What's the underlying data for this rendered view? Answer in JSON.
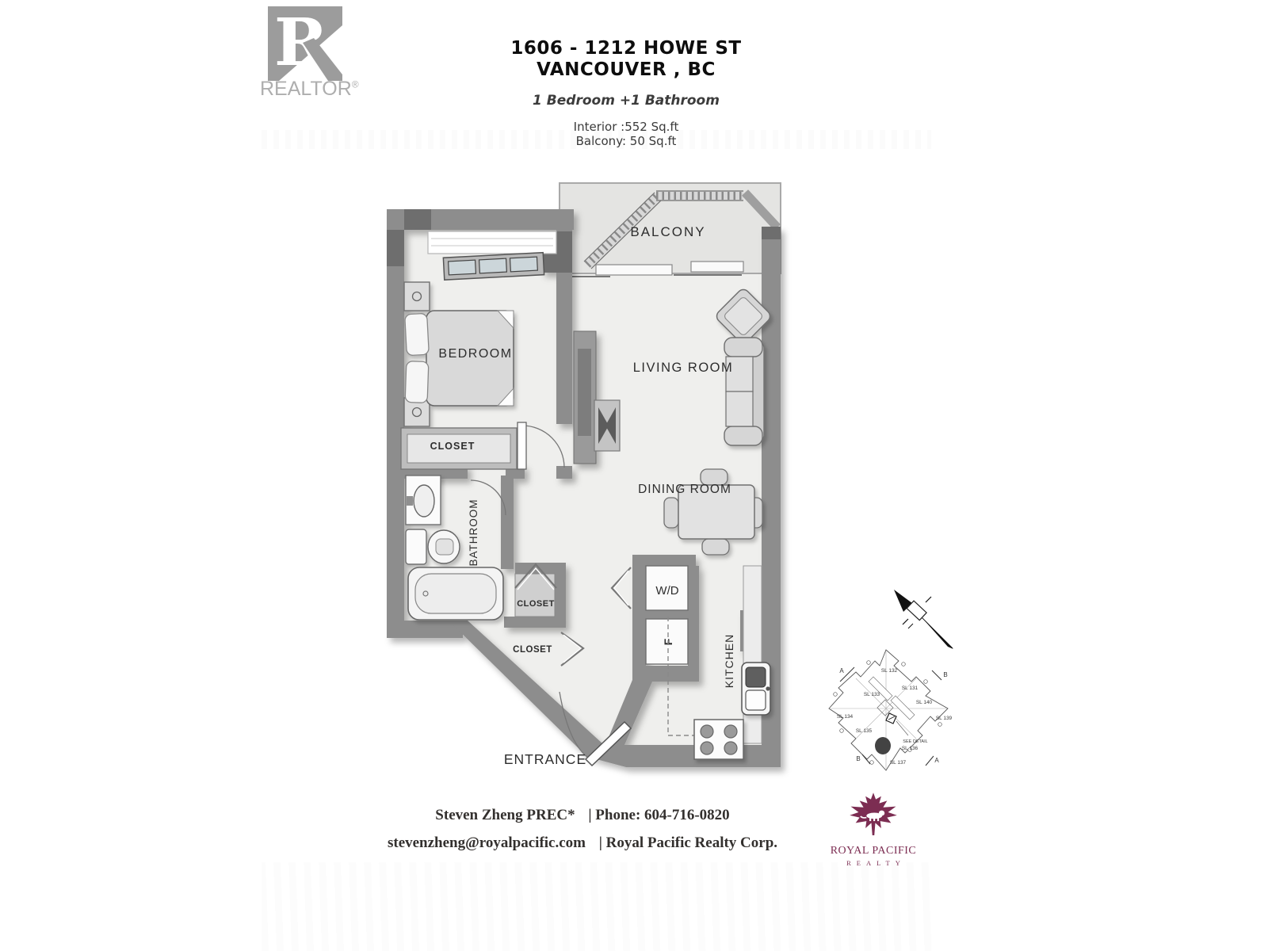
{
  "colors": {
    "wall_gray": "#8d8d8d",
    "wall_dark": "#6e6e6e",
    "floor_light": "#efefed",
    "balcony_floor": "#e4e4e2",
    "window_pane": "#ccd6da",
    "label_ink": "#2d2d2d",
    "brand_maroon": "#7c2d52",
    "realtor_gray": "#9c9c9c"
  },
  "header": {
    "logo_text": "REALTOR",
    "logo_reg": "®",
    "title_line1": "1606 - 1212 HOWE ST",
    "title_line2": "VANCOUVER , BC",
    "subtitle": "1 Bedroom +1 Bathroom",
    "area_interior": "Interior :552 Sq.ft",
    "area_balcony": "Balcony: 50 Sq.ft"
  },
  "plan": {
    "labels": {
      "balcony": "BALCONY",
      "bedroom": "BEDROOM",
      "living_room": "LIVING ROOM",
      "dining_room": "DINING ROOM",
      "bathroom": "BATHROOM",
      "kitchen": "KITCHEN",
      "entrance": "ENTRANCE",
      "closet_bedroom": "CLOSET",
      "closet_hall_upper": "CLOSET",
      "closet_hall_lower": "CLOSET",
      "washer_dryer": "W/D",
      "fridge": "F"
    }
  },
  "keyplan": {
    "units": [
      "SL 132",
      "SL 131",
      "SL 133",
      "SL 140",
      "SL 134",
      "SL 139",
      "SL 135",
      "SL 136",
      "SL 137"
    ],
    "detail_note": "SEE DETAIL",
    "section_markers": [
      "A",
      "B",
      "B",
      "A"
    ]
  },
  "footer": {
    "agent": "Steven Zheng PREC*",
    "phone": "| Phone: 604-716-0820",
    "email": "stevenzheng@royalpacific.com",
    "company": "| Royal Pacific Realty Corp.",
    "brand_title": "ROYAL PACIFIC",
    "brand_subtitle": "REALTY"
  }
}
